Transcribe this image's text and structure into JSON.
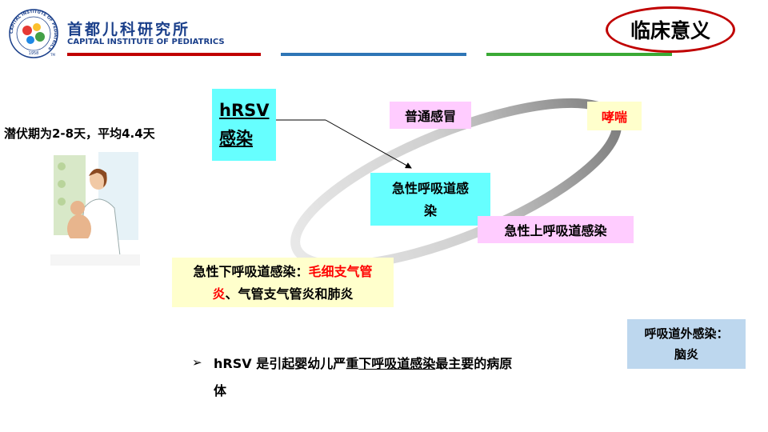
{
  "header": {
    "org_name_cn": "首都儿科研究所",
    "org_name_en": "CAPITAL INSTITUTE OF PEDIATRICS",
    "emblem_ring_text": "CAPITAL INSTITUTE OF PEDIATRICS",
    "emblem_year": "1958",
    "emblem_tm": "TM",
    "line_colors": [
      "#c00000",
      "#2e75b6",
      "#3aa935"
    ]
  },
  "slide_title": "临床意义",
  "incubation_text": "潜伏期为2-8天，平均4.4天",
  "hrsv_box": {
    "line1": "hRSV",
    "line2": "感染"
  },
  "cold_box": "普通感冒",
  "wheeze_box": "哮喘",
  "ari_box": {
    "line1": "急性呼吸道感",
    "line2": "染"
  },
  "uri_box": "急性上呼吸道感染",
  "lri_box": {
    "prefix": "急性下呼吸道感染：",
    "red1": "毛细支气管",
    "red2": "炎",
    "rest": "、气管支气管炎和肺炎"
  },
  "extra_box": {
    "line1": "呼吸道外感染：",
    "line2": "脑炎"
  },
  "bullet": {
    "icon": "arrow-bullet-icon",
    "part1": "hRSV 是引起婴幼儿严重",
    "underlined": "下呼吸道感染",
    "part2": "最主要的病原",
    "part3": "体"
  },
  "colors": {
    "cyan_box": "#66ffff",
    "pink_box": "#ffccff",
    "yellow_box": "#ffffcc",
    "blue_box": "#bdd7ee",
    "title_oval": "#c00000",
    "highlight_red": "#ff0000"
  }
}
